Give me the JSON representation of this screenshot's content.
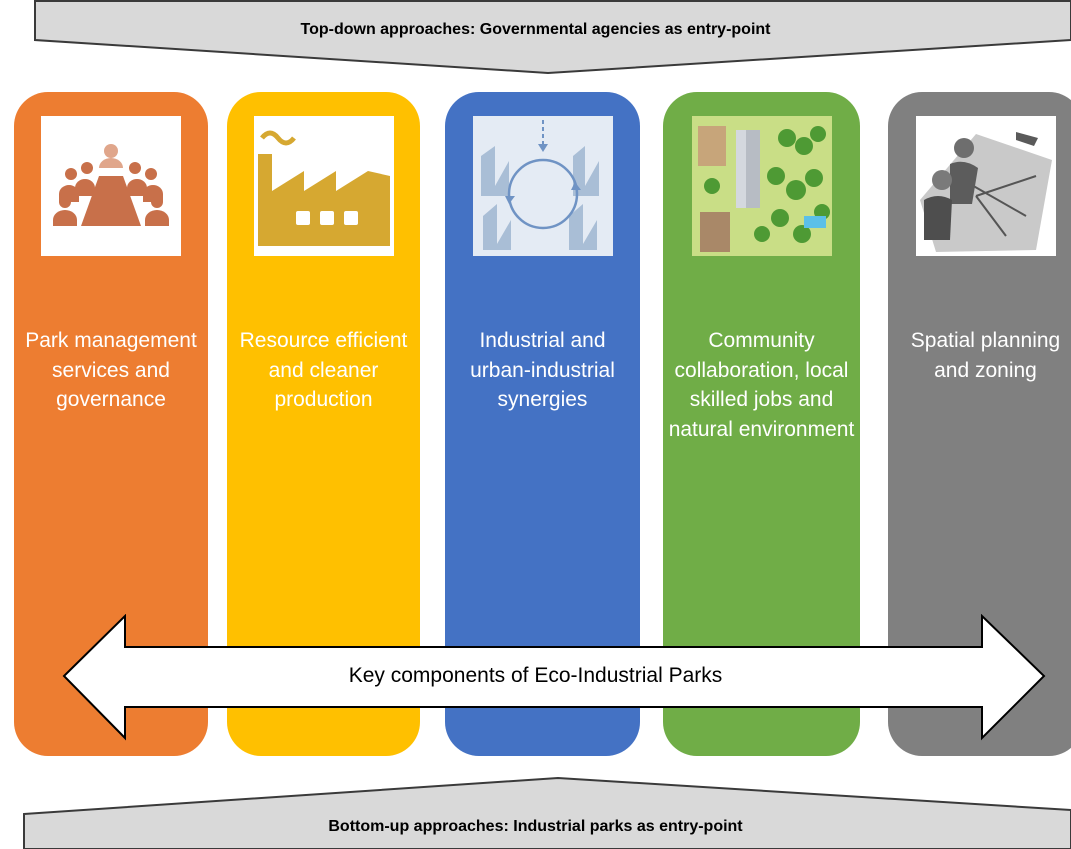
{
  "top_banner": {
    "text": "Top-down approaches: Governmental agencies as entry-point"
  },
  "bottom_banner": {
    "text": "Bottom-up approaches: Industrial parks as entry-point"
  },
  "pillars": [
    {
      "label": "Park management services and governance",
      "color": "#ED7D31",
      "icon": "meeting-table-icon"
    },
    {
      "label": "Resource efficient and cleaner production",
      "color": "#FFC000",
      "icon": "factory-icon"
    },
    {
      "label": "Industrial and urban-industrial synergies",
      "color": "#4472C4",
      "icon": "circular-flow-icon"
    },
    {
      "label": "Community collaboration, local skilled jobs and natural environment",
      "color": "#70AD47",
      "icon": "city-park-icon"
    },
    {
      "label": "Spatial planning and zoning",
      "color": "#808080",
      "icon": "planning-desk-icon"
    }
  ],
  "center_arrow": {
    "text": "Key components of Eco-Industrial Parks"
  }
}
